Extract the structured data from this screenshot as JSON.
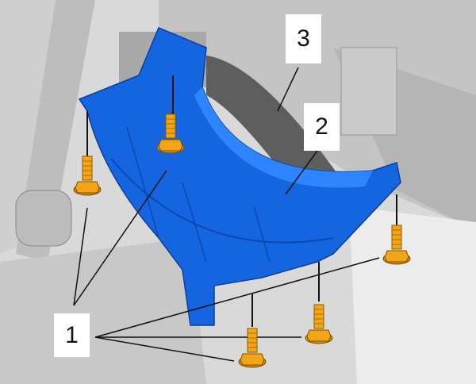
{
  "callouts": {
    "bolts": "1",
    "cover": "2",
    "component": "3"
  },
  "colors": {
    "cover": "#1565e0",
    "bolt": "#f2a516",
    "background": "#dedede",
    "leader": "#111111"
  }
}
